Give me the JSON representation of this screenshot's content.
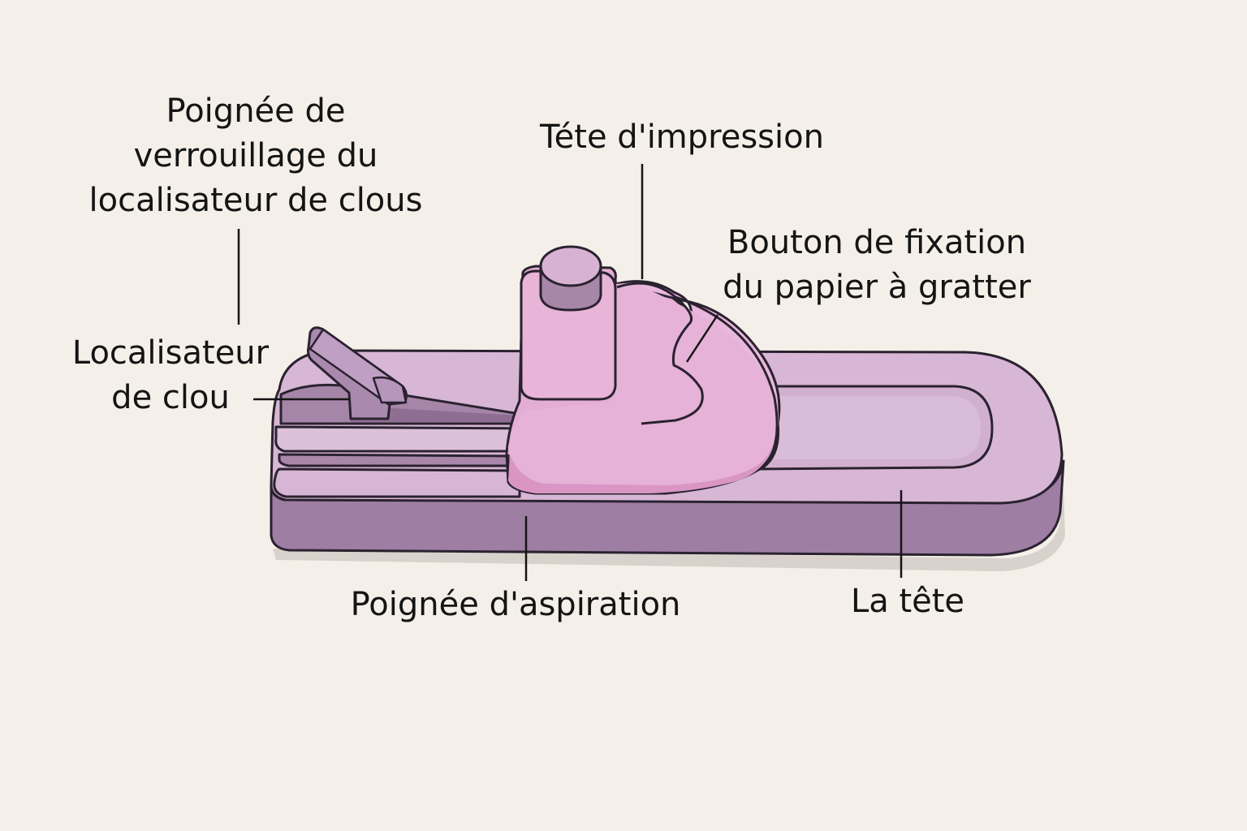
{
  "labels": {
    "nail_locator_lock_handle": {
      "lines": [
        "Poignée de",
        "verrouillage du",
        "localisateur de clous"
      ]
    },
    "print_head": {
      "lines": [
        "Téte d'impression"
      ]
    },
    "scraper_paper_button": {
      "lines": [
        "Bouton de fixation",
        "du papier à gratter"
      ]
    },
    "nail_locator": {
      "lines": [
        "Localisateur",
        "de clou"
      ]
    },
    "suction_handle": {
      "lines": [
        "Poignée d'aspiration"
      ]
    },
    "the_head": {
      "lines": [
        "La tête"
      ]
    }
  },
  "colors": {
    "background": "#f4efe8",
    "body_top": "#d8b8d6",
    "body_side": "#9e7ea2",
    "cap": "#e8b4d8",
    "outline": "#2b2230"
  }
}
